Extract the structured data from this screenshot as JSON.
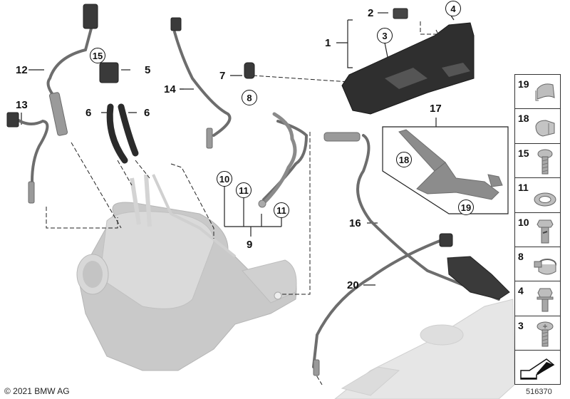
{
  "diagram": {
    "id": "516370",
    "copyright": "© 2021 BMW AG",
    "callouts": {
      "c1": "1",
      "c2": "2",
      "c3": "3",
      "c4": "4",
      "c5": "5",
      "c6a": "6",
      "c6b": "6",
      "c7": "7",
      "c8": "8",
      "c9": "9",
      "c10": "10",
      "c11a": "11",
      "c11b": "11",
      "c12": "12",
      "c13": "13",
      "c14": "14",
      "c15": "15",
      "c16": "16",
      "c17": "17",
      "c18": "18",
      "c19": "19",
      "c20": "20"
    },
    "parts_sidebar": [
      {
        "number": "19",
        "icon": "clip-icon"
      },
      {
        "number": "18",
        "icon": "sleeve-clip-icon"
      },
      {
        "number": "15",
        "icon": "torx-screw-icon"
      },
      {
        "number": "11",
        "icon": "washer-icon"
      },
      {
        "number": "10",
        "icon": "banjo-bolt-icon"
      },
      {
        "number": "8",
        "icon": "hose-clamp-icon"
      },
      {
        "number": "4",
        "icon": "hex-bolt-icon"
      },
      {
        "number": "3",
        "icon": "torx-screw-icon"
      },
      {
        "number": "",
        "icon": "orientation-arrow-icon"
      }
    ]
  }
}
